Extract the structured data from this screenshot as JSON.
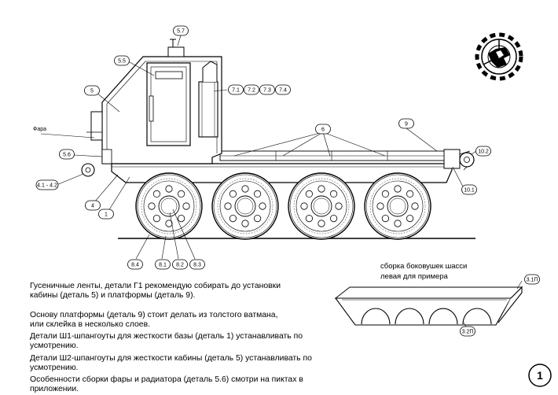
{
  "labels": {
    "fara": "Фара",
    "l_5_7": "5.7",
    "l_5_5": "5.5",
    "l_5": "5",
    "l_7_1": "7.1",
    "l_7_2": "7.2",
    "l_7_3": "7.3",
    "l_7_4": "7.4",
    "l_6": "6",
    "l_9": "9",
    "l_10_2": "10.2",
    "l_10_1": "10.1",
    "l_5_6": "5.6",
    "l_4_1_4_2": "4.1 - 4.2",
    "l_4": "4",
    "l_1": "1",
    "l_8_4": "8.4",
    "l_8_1": "8.1",
    "l_8_2": "8.2",
    "l_8_3": "8.3",
    "l_3_1": "3.1П",
    "l_3_2": "3.2П"
  },
  "side_title_1": "сборка боковушек шасси",
  "side_title_2": "левая для примера",
  "notes": {
    "n1a": "Гусеничные ленты, детали Г1 рекомендую собирать до установки",
    "n1b": "кабины (деталь 5) и платформы (деталь 9).",
    "n2a": "Основу платформы (деталь 9) стоит делать из толстого ватмана,",
    "n2b": "или склейка в несколько слоев.",
    "n3": "Детали Ш1-шпангоуты для жесткости базы (деталь 1) устанавливать по усмотрению.",
    "n4": "Детали Ш2-шпангоуты для жесткости кабины (деталь 5) устанавливать по усмотрению.",
    "n5": "Особенности сборки фары и радиатора (деталь 5.6) смотри на пиктах в приложении."
  },
  "page_number": "1"
}
